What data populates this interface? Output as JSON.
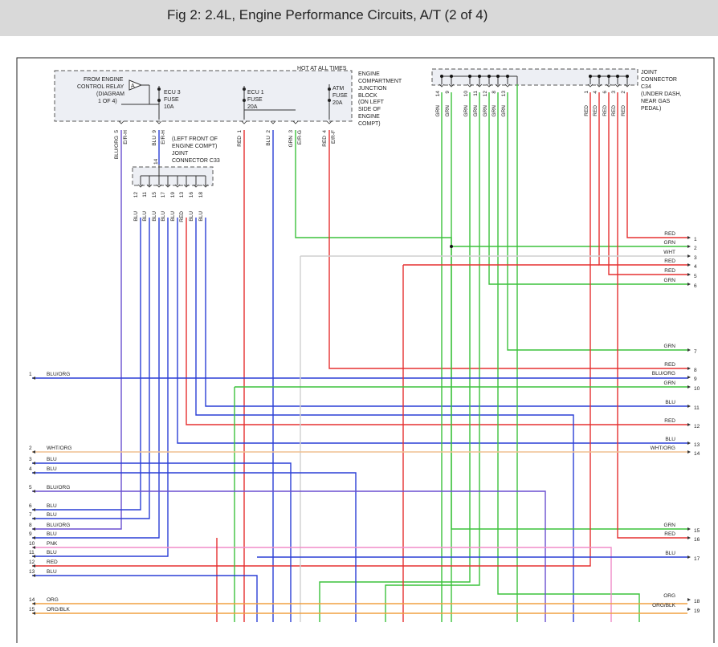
{
  "header": {
    "title": "Fig 2: 2.4L, Engine Performance Circuits, A/T (2 of 4)"
  },
  "junction_block": {
    "hot_label": "HOT AT ALL TIMES",
    "label": [
      "ENGINE",
      "COMPARTMENT",
      "JUNCTION",
      "BLOCK",
      "(ON LEFT",
      "SIDE OF",
      "ENGINE",
      "COMPT)"
    ],
    "relay_label": [
      "FROM ENGINE",
      "CONTROL RELAY",
      "(DIAGRAM",
      "1 OF 4)"
    ],
    "relay_tag": "A",
    "fuses": [
      {
        "lines": [
          "ECU 3",
          "FUSE",
          "10A"
        ]
      },
      {
        "lines": [
          "ECU 1",
          "FUSE",
          "20A"
        ]
      },
      {
        "lines": [
          "ATM",
          "FUSE",
          "20A"
        ]
      }
    ]
  },
  "junction_block_pins": [
    {
      "pin": "5",
      "code": "E/R-H"
    },
    {
      "pin": "9",
      "code": "E/R-H"
    },
    {
      "pin": "1",
      "code": ""
    },
    {
      "pin": "2",
      "code": ""
    },
    {
      "pin": "3",
      "code": "E/R-G"
    },
    {
      "pin": "4",
      "code": "E/R-F"
    }
  ],
  "junction_block_wires": [
    "BLU/ORG",
    "BLU",
    "RED",
    "BLU",
    "GRN",
    "RED"
  ],
  "connector_c33": {
    "label": [
      "(LEFT FRONT OF",
      "ENGINE COMPT)",
      "JOINT",
      "CONNECTOR C33"
    ],
    "top_pin": "14",
    "pins": [
      "12",
      "11",
      "15",
      "17",
      "19",
      "13",
      "16",
      "18"
    ],
    "wires": [
      "BLU",
      "BLU",
      "BLU",
      "BLU",
      "BLU",
      "RED",
      "BLU",
      "BLU"
    ]
  },
  "connector_c34": {
    "label": [
      "JOINT",
      "CONNECTOR",
      "C34",
      "(UNDER DASH,",
      "NEAR GAS",
      "PEDAL)"
    ],
    "grn_pins": [
      "14",
      "9",
      "10",
      "11",
      "12",
      "8",
      "13"
    ],
    "red_pins": [
      "1",
      "4",
      "6",
      "3",
      "2"
    ],
    "grn_wire": "GRN",
    "red_wire": "RED"
  },
  "left_rows": [
    {
      "n": "1",
      "label": "BLU/ORG"
    },
    {
      "n": "2",
      "label": "WHT/ORG"
    },
    {
      "n": "3",
      "label": "BLU"
    },
    {
      "n": "4",
      "label": "BLU"
    },
    {
      "n": "5",
      "label": "BLU/ORG"
    },
    {
      "n": "6",
      "label": "BLU"
    },
    {
      "n": "7",
      "label": "BLU"
    },
    {
      "n": "8",
      "label": "BLU/ORG"
    },
    {
      "n": "9",
      "label": "BLU"
    },
    {
      "n": "10",
      "label": "PNK"
    },
    {
      "n": "11",
      "label": "BLU"
    },
    {
      "n": "12",
      "label": "RED"
    },
    {
      "n": "13",
      "label": "BLU"
    },
    {
      "n": "14",
      "label": "ORG"
    },
    {
      "n": "15",
      "label": "ORG/BLK"
    }
  ],
  "right_rows": [
    {
      "n": "1",
      "label": "RED"
    },
    {
      "n": "2",
      "label": "GRN"
    },
    {
      "n": "3",
      "label": "WHT"
    },
    {
      "n": "4",
      "label": "RED"
    },
    {
      "n": "5",
      "label": "RED"
    },
    {
      "n": "6",
      "label": "GRN"
    },
    {
      "n": "7",
      "label": "GRN"
    },
    {
      "n": "8",
      "label": "RED"
    },
    {
      "n": "9",
      "label": "BLU/ORG"
    },
    {
      "n": "10",
      "label": "GRN"
    },
    {
      "n": "11",
      "label": "BLU"
    },
    {
      "n": "12",
      "label": "RED"
    },
    {
      "n": "13",
      "label": "BLU"
    },
    {
      "n": "14",
      "label": "WHT/ORG"
    },
    {
      "n": "15",
      "label": "GRN"
    },
    {
      "n": "16",
      "label": "RED"
    },
    {
      "n": "17",
      "label": "BLU"
    },
    {
      "n": "18",
      "label": "ORG"
    },
    {
      "n": "19",
      "label": "ORG/BLK"
    }
  ],
  "wire_colors": {
    "RED": "#e53030",
    "GRN": "#3cc23c",
    "BLU": "#2a3fd6",
    "BLU/ORG": "#6a4fd0",
    "PNK": "#f08cc8",
    "ORG": "#f0a040",
    "ORG/BLK": "#f0a040",
    "WHT": "#cfcfcf",
    "WHT/ORG": "#f0c090"
  }
}
